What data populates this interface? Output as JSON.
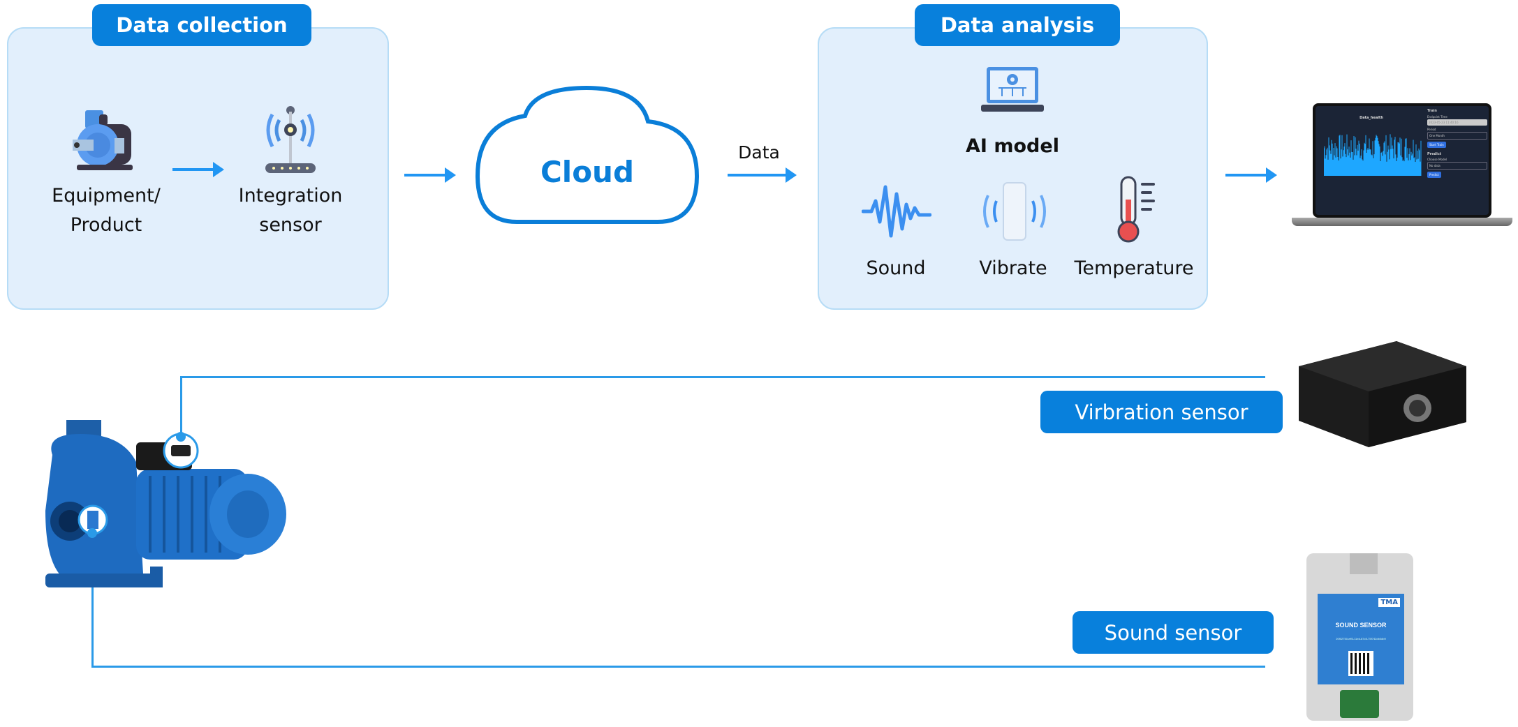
{
  "colors": {
    "accent": "#0880dc",
    "panel": "#e2effc",
    "arrow": "#2196f3"
  },
  "data_collection": {
    "title": "Data collection",
    "equipment_label_1": "Equipment/",
    "equipment_label_2": "Product",
    "sensor_label_1": "Integration",
    "sensor_label_2": "sensor"
  },
  "cloud": {
    "label": "Cloud"
  },
  "flow": {
    "data_label": "Data"
  },
  "data_analysis": {
    "title": "Data analysis",
    "ai_model": "AI model",
    "items": [
      {
        "label": "Sound",
        "icon": "sound-wave-icon"
      },
      {
        "label": "Vibrate",
        "icon": "vibrate-phone-icon"
      },
      {
        "label": "Temperature",
        "icon": "thermometer-icon"
      }
    ]
  },
  "laptop": {
    "chart_title": "Data_health",
    "train": "Train",
    "endpoint_time_label": "Endpoint Time",
    "endpoint_time_value": "2023-05-23 11:40:16",
    "period_label": "Period",
    "period_value": "One Month",
    "start_train": "Start Train",
    "predict": "Predict",
    "choose_model_label": "Choose Model",
    "choose_model_value": "No data",
    "predict_button": "Predict"
  },
  "sensors": {
    "vibration_label": "Virbration sensor",
    "sound_label": "Sound sensor",
    "sound_device_title": "SOUND SENSOR",
    "sound_device_brand": "TMA",
    "sound_device_id": "20f02750-eff3-11ed-87c5-75f742db0db9"
  }
}
